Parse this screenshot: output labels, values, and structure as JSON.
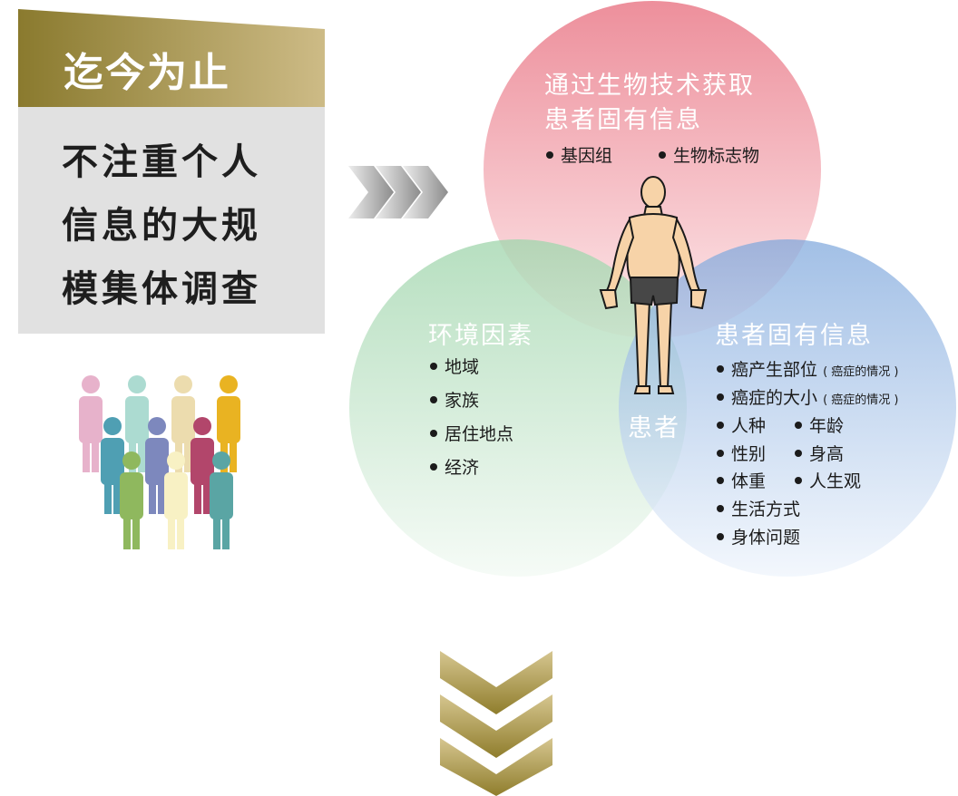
{
  "header": {
    "title": "迄今为止"
  },
  "left_box": {
    "lines": [
      "不注重个人",
      "信息的大规",
      "模集体调查"
    ]
  },
  "venn": {
    "top": {
      "title_lines": [
        "通过生物技术获取",
        "患者固有信息"
      ],
      "items": [
        "基因组",
        "生物标志物"
      ]
    },
    "left": {
      "title": "环境因素",
      "items": [
        "地域",
        "家族",
        "居住地点",
        "经济"
      ]
    },
    "right": {
      "title": "患者固有信息",
      "items": {
        "i0": "癌产生部位",
        "i0_note": "( 癌症的情况 )",
        "i1": "癌症的大小",
        "i1_note": "( 癌症的情况 )",
        "i2": "人种",
        "i3": "年龄",
        "i4": "性别",
        "i5": "身高",
        "i6": "体重",
        "i7": "人生观",
        "i8": "生活方式",
        "i9": "身体问题"
      }
    },
    "center_label": "患者"
  },
  "colors": {
    "gold_dark": "#8a7a2e",
    "gold_light": "#cdb985",
    "circle_top": "#ec8d98",
    "circle_left": "#a8d9b4",
    "circle_right": "#86aedd",
    "arrow_grey": "#9d9d9d",
    "box_grey": "#e1e1e1"
  },
  "icons": [
    "people-group-icon",
    "human-body-icon",
    "chevron-right-arrow-icon",
    "chevron-down-arrow-icon"
  ]
}
